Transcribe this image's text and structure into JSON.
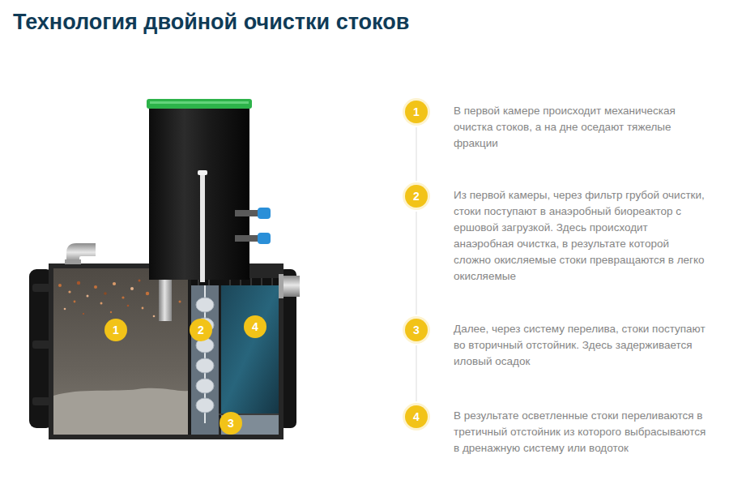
{
  "diagram": {
    "title": "Технология двойной очистки стоков",
    "nodes": [
      {
        "text": [
          "1"
        ]
      },
      {
        "text": [
          "2"
        ]
      },
      {
        "text": [
          "3"
        ]
      },
      {
        "text": [
          "4"
        ]
      },
      {
        "text": [
          "1",
          "В первой камере происходит механическая очистка стоков, а на дне оседают тяжелые фракции"
        ]
      },
      {
        "text": [
          "2",
          "Из первой камеры, через фильтр грубой очистки, стоки поступают в анаэробный биореактор с ершовой загрузкой. Здесь происходит анаэробная очистка, в результате которой сложно окисляемые стоки превращаются в легко окисляемые"
        ]
      },
      {
        "text": [
          "3",
          "Далее, через систему перелива, стоки поступают во вторичный отстойник. Здесь задерживается иловый осадок"
        ]
      },
      {
        "text": [
          "4",
          "В результате осветленные стоки переливаются в третичный отстойник из которого выбрасываются в дренажную систему или водоток"
        ]
      }
    ],
    "edges": [
      {
        "from": 4,
        "to": 5,
        "arrow": "none"
      },
      {
        "from": 5,
        "to": 6,
        "arrow": "none"
      },
      {
        "from": 6,
        "to": 7,
        "arrow": "none"
      }
    ]
  }
}
